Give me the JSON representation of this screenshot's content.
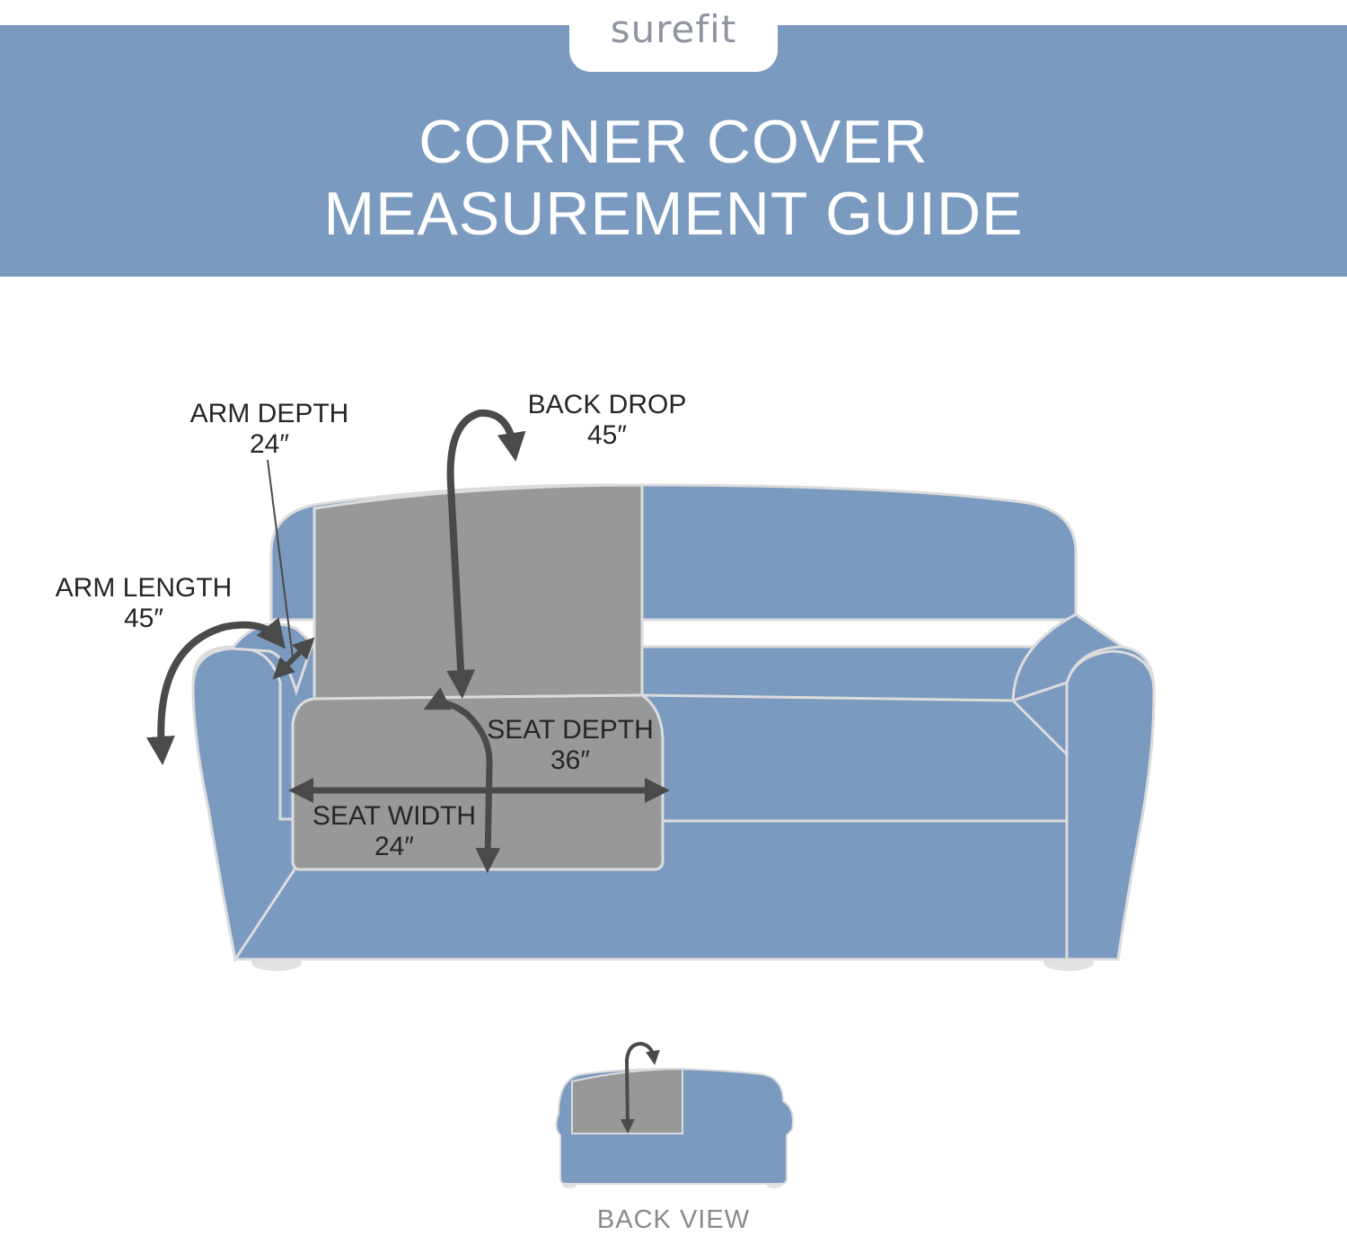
{
  "brand": {
    "logo_text": "surefit"
  },
  "title": {
    "line1": "CORNER COVER",
    "line2": "MEASUREMENT GUIDE"
  },
  "measurements": {
    "arm_depth": {
      "label": "ARM DEPTH",
      "value": "24″"
    },
    "back_drop": {
      "label": "BACK DROP",
      "value": "45″"
    },
    "arm_length": {
      "label": "ARM LENGTH",
      "value": "45″"
    },
    "seat_depth": {
      "label": "SEAT DEPTH",
      "value": "36″"
    },
    "seat_width": {
      "label": "SEAT WIDTH",
      "value": "24″"
    }
  },
  "back_view": {
    "label": "BACK VIEW"
  },
  "colors": {
    "banner": "#7a9ac0",
    "sofa": "#7a9ac0",
    "cover": "#97989a",
    "arrow": "#4a4a4a",
    "outline": "#dcdcdc",
    "text": "#262626"
  }
}
